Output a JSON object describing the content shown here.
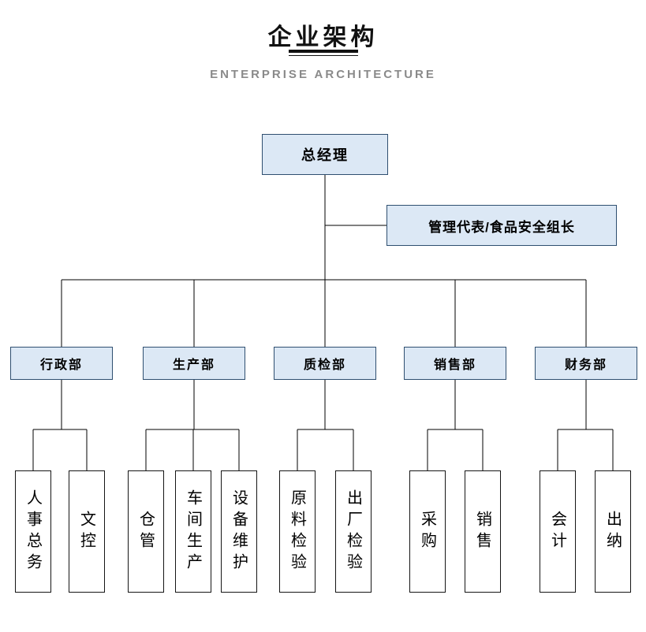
{
  "header": {
    "title": "企业架构",
    "subtitle": "ENTERPRISE ARCHITECTURE"
  },
  "colors": {
    "box_fill": "#dce8f5",
    "box_border": "#2f4f70",
    "leaf_fill": "#ffffff",
    "connector": "#000000",
    "subtitle_gray": "#8a8a8a"
  },
  "nodes": {
    "gm": "总经理",
    "mgmt_rep": "管理代表/食品安全组长",
    "departments": [
      {
        "label": "行政部",
        "children": [
          "人事总务",
          "文控"
        ]
      },
      {
        "label": "生产部",
        "children": [
          "仓管",
          "车间生产",
          "设备维护"
        ]
      },
      {
        "label": "质检部",
        "children": [
          "原料检验",
          "出厂检验"
        ]
      },
      {
        "label": "销售部",
        "children": [
          "采购",
          "销售"
        ]
      },
      {
        "label": "财务部",
        "children": [
          "会计",
          "出纳"
        ]
      }
    ]
  }
}
